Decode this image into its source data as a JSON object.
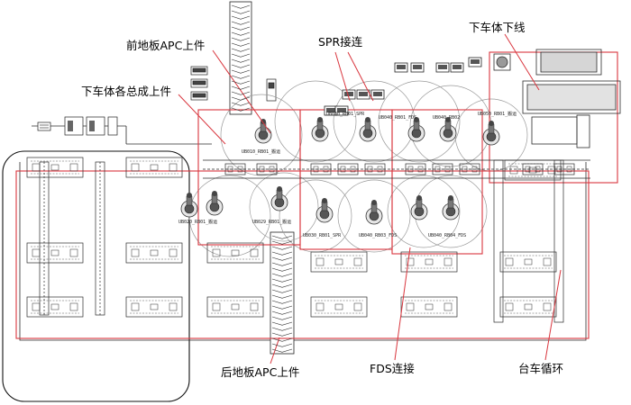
{
  "colors": {
    "line": "#2b2b2b",
    "callout": "#d9363e",
    "zone": "#d9363e",
    "circle": "#9a9a9a",
    "robot": "#3a3a3a"
  },
  "callouts": {
    "front_floor_apc": "前地板APC上件",
    "spr": "SPR接连",
    "underbody_offline": "下车体下线",
    "underbody_assembly": "下车体各总成上件",
    "rear_floor_apc": "后地板APC上件",
    "fds": "FDS连接",
    "trolley_loop": "台车循环"
  },
  "station_tags": {
    "ub010": "UB010_RB01_搬运",
    "ub020": "UB020_RB01_搬运",
    "ub029": "UB029_RB01_搬运",
    "ub030_top": "UB030_RB01_SPR",
    "ub030_bottom": "UB030_RB01_SPR",
    "ub040_top": "UB040_RB01_FDS",
    "ub040_bottom_a": "UB040_RB03_FDS",
    "ub040_bottom_b": "UB040_RB04_FDS",
    "ub050": "UB050_RB01_搬运",
    "ub040_c": "UB040_RB02"
  }
}
